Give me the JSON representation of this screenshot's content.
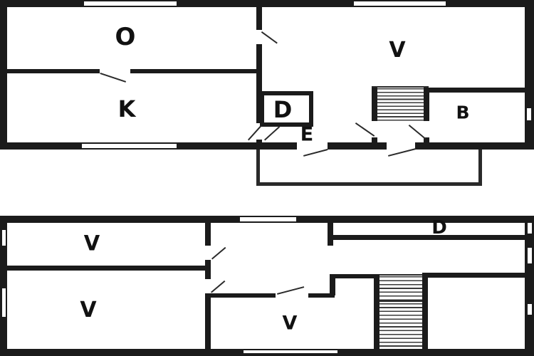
{
  "drawing": {
    "type": "house-floor-plan",
    "colors": {
      "wall": "#1b1b1b",
      "background": "#ffffff",
      "label": "#111111"
    }
  },
  "floors": {
    "upper": {
      "rooms": [
        {
          "label": "O"
        },
        {
          "label": "K"
        },
        {
          "label": "V"
        },
        {
          "label": "D"
        },
        {
          "label": "E"
        },
        {
          "label": "B"
        }
      ]
    },
    "lower": {
      "rooms": [
        {
          "label": "V"
        },
        {
          "label": "V"
        },
        {
          "label": "V"
        },
        {
          "label": "D"
        }
      ]
    }
  }
}
